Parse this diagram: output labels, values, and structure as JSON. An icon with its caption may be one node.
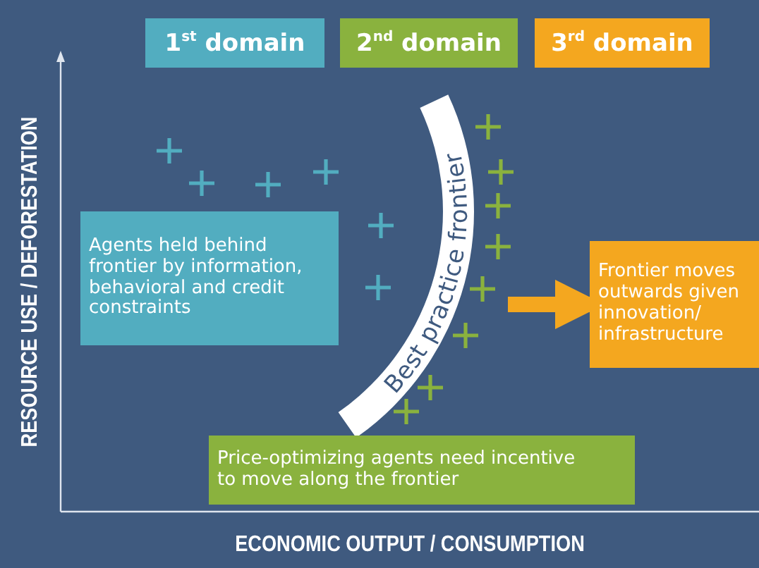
{
  "diagram": {
    "nodes": [
      {
        "text": [
          "1$^{st}$ domain"
        ]
      },
      {
        "text": [
          "2$^{nd}$ domain"
        ]
      },
      {
        "text": [
          "3$^{rd}$ domain"
        ]
      },
      {
        "text": [
          "Agents held behind frontier by information, behavioral and credit constraints"
        ]
      },
      {
        "text": [
          "Best practice frontier"
        ]
      },
      {
        "text": [
          "Frontier moves outwards given innovation/ infrastructure"
        ]
      },
      {
        "text": [
          "Price-optimizing agents need incentive to move along the frontier"
        ]
      }
    ],
    "edges": [
      {
        "from": 4,
        "to": 5,
        "arrow": "to"
      }
    ],
    "labels": [
      "RESOURCE USE / DEFORESTATION",
      "ECONOMIC OUTPUT / CONSUMPTION"
    ]
  }
}
